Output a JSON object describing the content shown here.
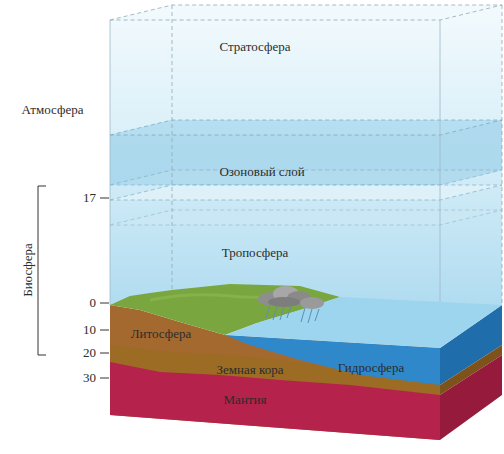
{
  "diagram": {
    "nodes": [
      {
        "text": [
          "Стратосфера"
        ]
      },
      {
        "text": [
          "Озоновый слой"
        ]
      },
      {
        "text": [
          "Тропосфера"
        ]
      },
      {
        "text": [
          "Литосфера"
        ]
      },
      {
        "text": [
          "Земная кора"
        ]
      },
      {
        "text": [
          "Гидросфера"
        ]
      },
      {
        "text": [
          "Мантия"
        ]
      }
    ],
    "labels": [
      "Атмосфера",
      "Биосфера",
      "17",
      "0",
      "10",
      "20",
      "30"
    ]
  }
}
